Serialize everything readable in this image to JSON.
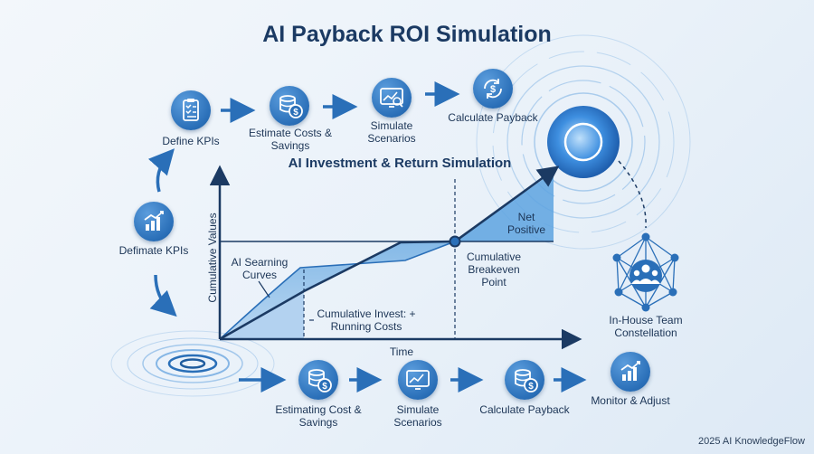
{
  "title": "AI Payback ROI Simulation",
  "chart": {
    "title": "AI Investment & Return Simulation",
    "y_axis_label": "Cumulative Values",
    "x_axis_label": "Time",
    "annotations": {
      "learning_curve": "AI Searning Curves",
      "invest_line": "Cumulative Invest: + Running Costs",
      "breakeven": "Cumulative Breakeven Point",
      "net_positive": "Net Positive"
    }
  },
  "top_flow": [
    {
      "label": "Define KPIs",
      "icon": "clipboard-checklist-icon"
    },
    {
      "label": "Estimate Costs & Savings",
      "icon": "coin-stack-icon"
    },
    {
      "label": "Simulate Scenarios",
      "icon": "monitor-chart-icon"
    },
    {
      "label": "Calculate Payback",
      "icon": "dollar-cycle-icon"
    }
  ],
  "left_step": {
    "label": "Defimate KPIs",
    "icon": "bar-growth-icon"
  },
  "bottom_flow": [
    {
      "label": "Estimating Cost & Savings",
      "icon": "coin-stack-icon"
    },
    {
      "label": "Simulate Scenarios",
      "icon": "monitor-chart-icon"
    },
    {
      "label": "Calculate Payback",
      "icon": "coin-stack-icon"
    },
    {
      "label": "Monitor & Adjust",
      "icon": "bar-growth-icon"
    }
  ],
  "team": {
    "label": "In-House Team Constellation",
    "icon": "team-network-icon"
  },
  "footer": "2025 AI KnowledgeFlow",
  "colors": {
    "primary": "#2a6fb8",
    "dark_navy": "#1b3a63",
    "light_fill": "#8fc0ea",
    "net_positive_fill": "#5da3e0"
  }
}
